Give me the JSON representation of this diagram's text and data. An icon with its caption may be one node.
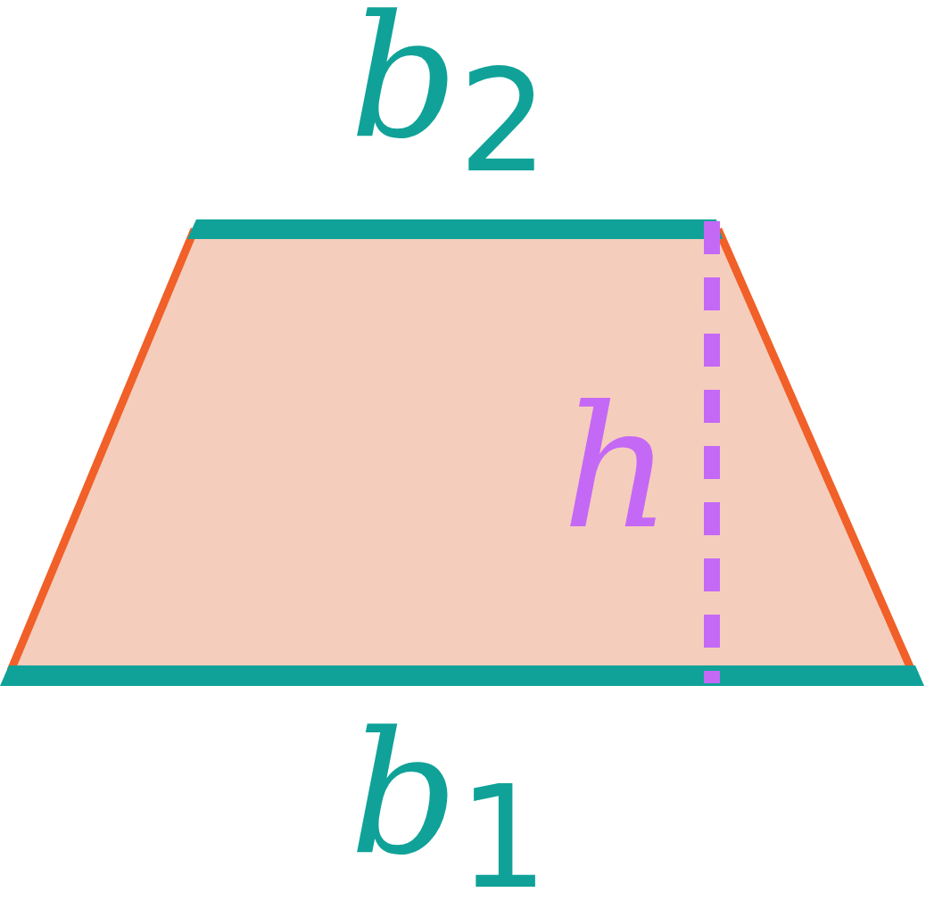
{
  "diagram": {
    "labels": [
      "b$_{2}$",
      "h",
      "b$_{1}$"
    ]
  }
}
